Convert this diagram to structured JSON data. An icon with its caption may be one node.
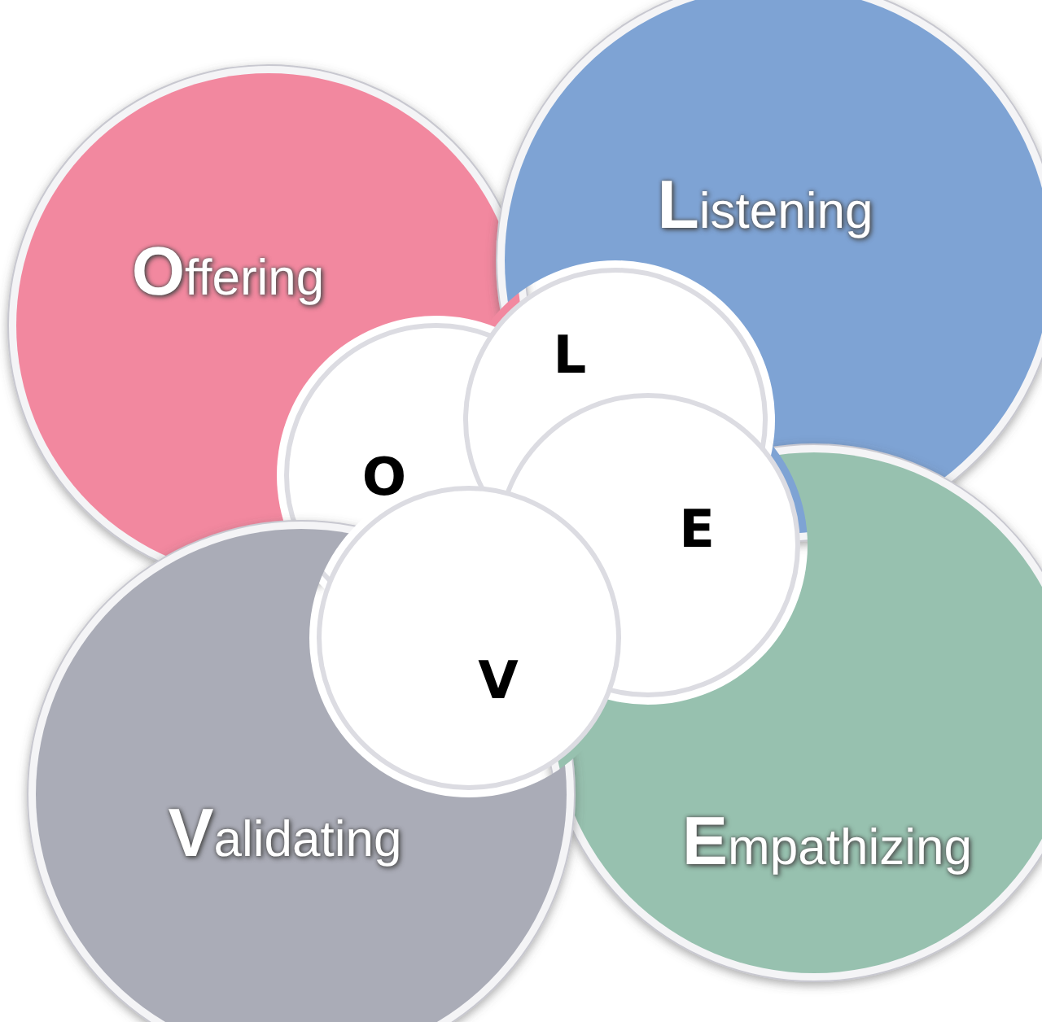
{
  "diagram": {
    "nodes": [
      {
        "text": [
          "Offering"
        ]
      },
      {
        "text": [
          "Listening"
        ]
      },
      {
        "text": [
          "Empathizing"
        ]
      },
      {
        "text": [
          "Validating"
        ]
      }
    ],
    "labels": [
      "L",
      "O",
      "E",
      "V"
    ]
  }
}
